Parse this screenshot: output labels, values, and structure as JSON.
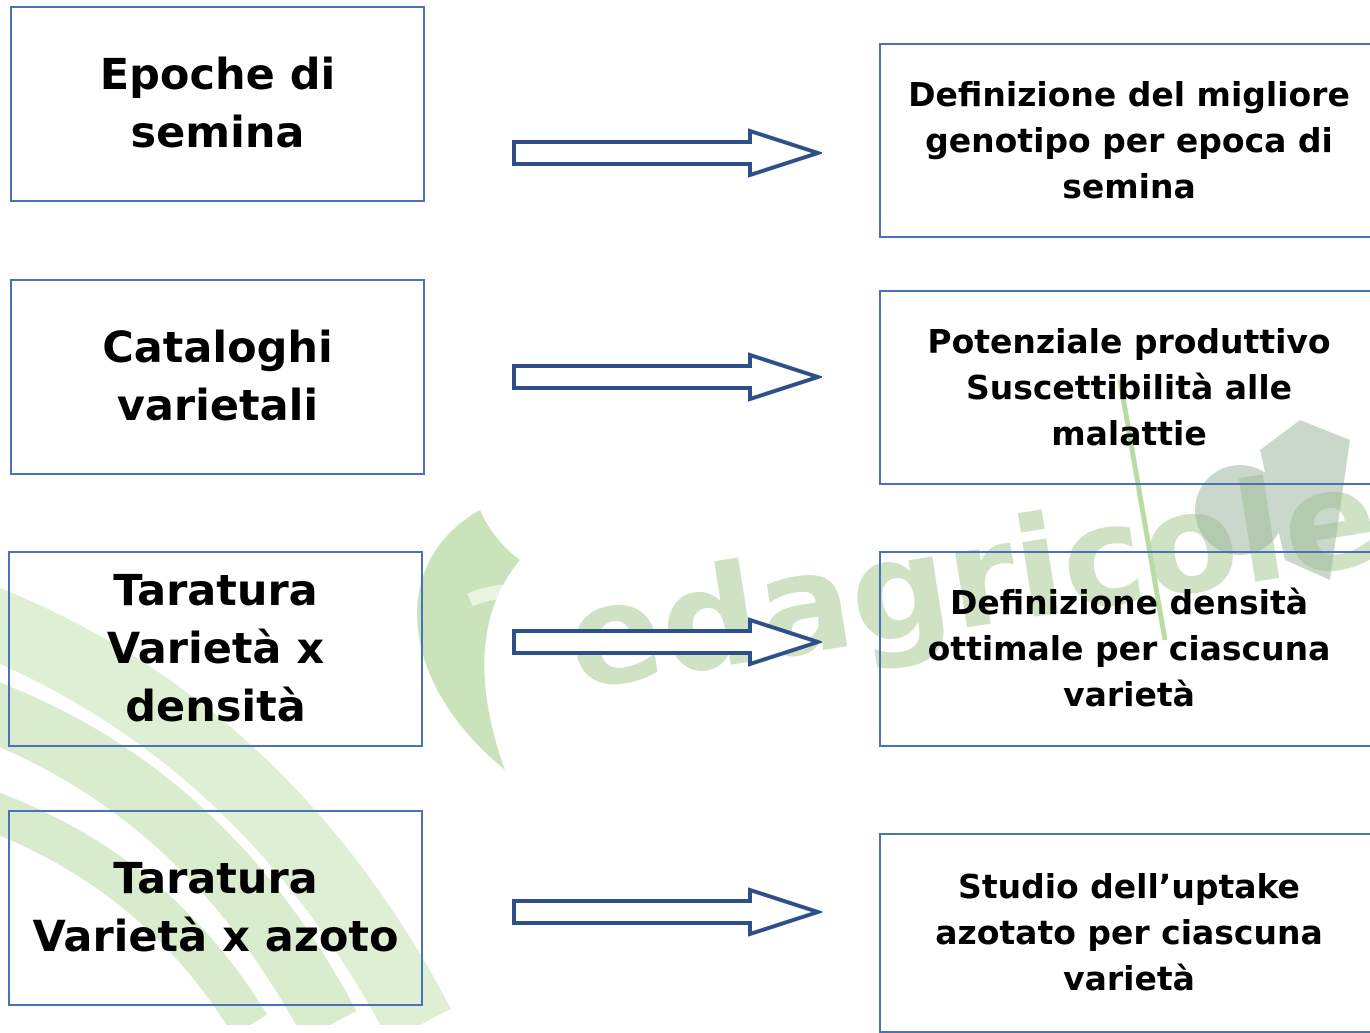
{
  "watermark": {
    "text": "edagricole",
    "colors": {
      "leaf": "#a8d18c",
      "text": "#bcd7ab",
      "mark": "#b7c9b9",
      "arc": "#8fc07a"
    }
  },
  "accent_color": "#4a72b8",
  "rows": [
    {
      "left": "Epoche di\nsemina",
      "right": "Definizione del migliore\ngenotipo per epoca di\nsemina"
    },
    {
      "left": "Cataloghi\nvarietali",
      "right": "Potenziale produttivo\nSuscettibilità alle\nmalattie"
    },
    {
      "left": "Taratura\nVarietà x densità",
      "right": "Definizione densità\nottimale per ciascuna\nvarietà"
    },
    {
      "left": "Taratura\nVarietà x azoto",
      "right": "Studio dell’uptake\nazotato per ciascuna\nvarietà"
    }
  ]
}
